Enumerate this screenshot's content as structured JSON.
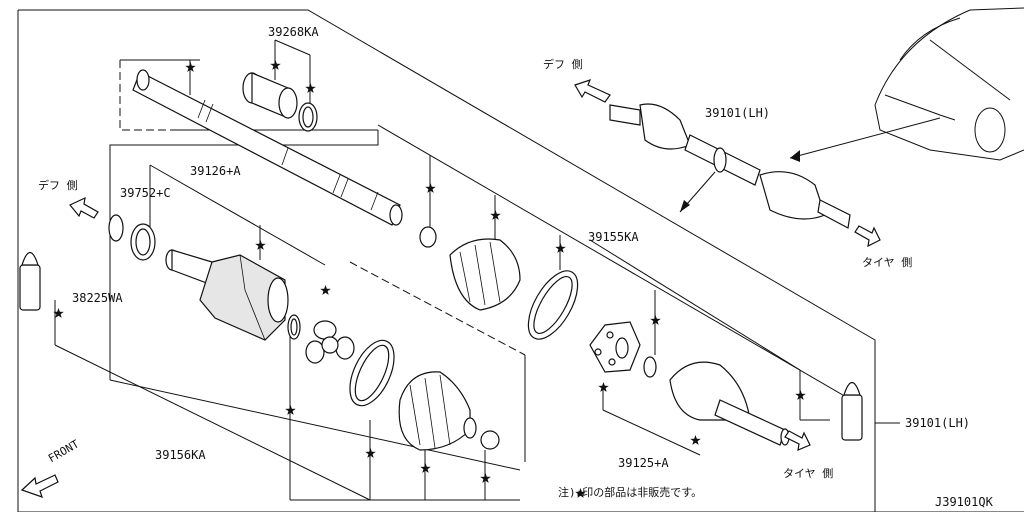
{
  "diagram": {
    "part_labels": {
      "p39268ka": "39268KA",
      "p39101_top": "39101(LH)",
      "p39126a": "39126+A",
      "p39752c": "39752+C",
      "p38225wa": "38225WA",
      "p39155ka": "39155KA",
      "p39101_right": "39101(LH)",
      "p39156ka": "39156KA",
      "p39125a": "39125+A"
    },
    "direction_labels": {
      "def_side_top": "デフ 側",
      "def_side_left": "デフ 側",
      "tire_side_top": "タイヤ 側",
      "tire_side_bottom": "タイヤ 側",
      "front": "FRONT"
    },
    "note": "注)★印の部品は非販売です。",
    "diagram_code": "J39101QK"
  }
}
